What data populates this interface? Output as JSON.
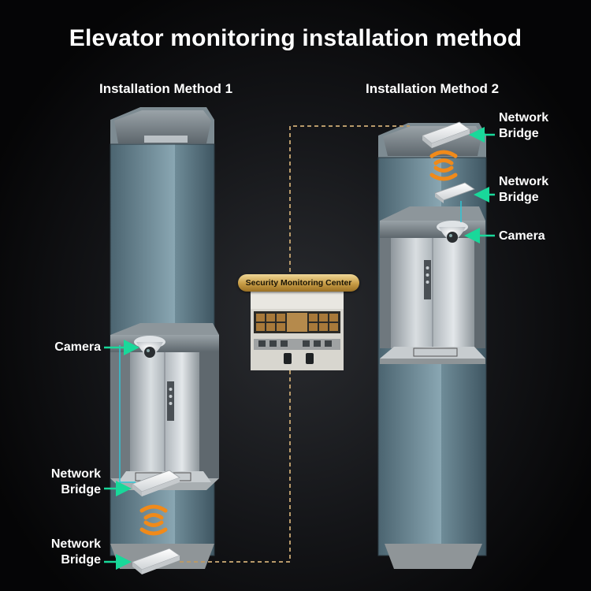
{
  "title": "Elevator monitoring installation method",
  "methods": [
    {
      "label": "Installation Method 1"
    },
    {
      "label": "Installation Method 2"
    }
  ],
  "center": {
    "label": "Security Monitoring Center"
  },
  "callouts": {
    "m1_camera": "Camera",
    "m1_bridge_car_line1": "Network",
    "m1_bridge_car_line2": "Bridge",
    "m1_bridge_pit_line1": "Network",
    "m1_bridge_pit_line2": "Bridge",
    "m2_bridge_top_line1": "Network",
    "m2_bridge_top_line2": "Bridge",
    "m2_bridge_car_line1": "Network",
    "m2_bridge_car_line2": "Bridge",
    "m2_camera": "Camera"
  },
  "colors": {
    "arrow": "#19d89a",
    "cable": "#b89a6a",
    "wifi": "#f08a1a",
    "shaft_wall": "#6d8a96"
  }
}
